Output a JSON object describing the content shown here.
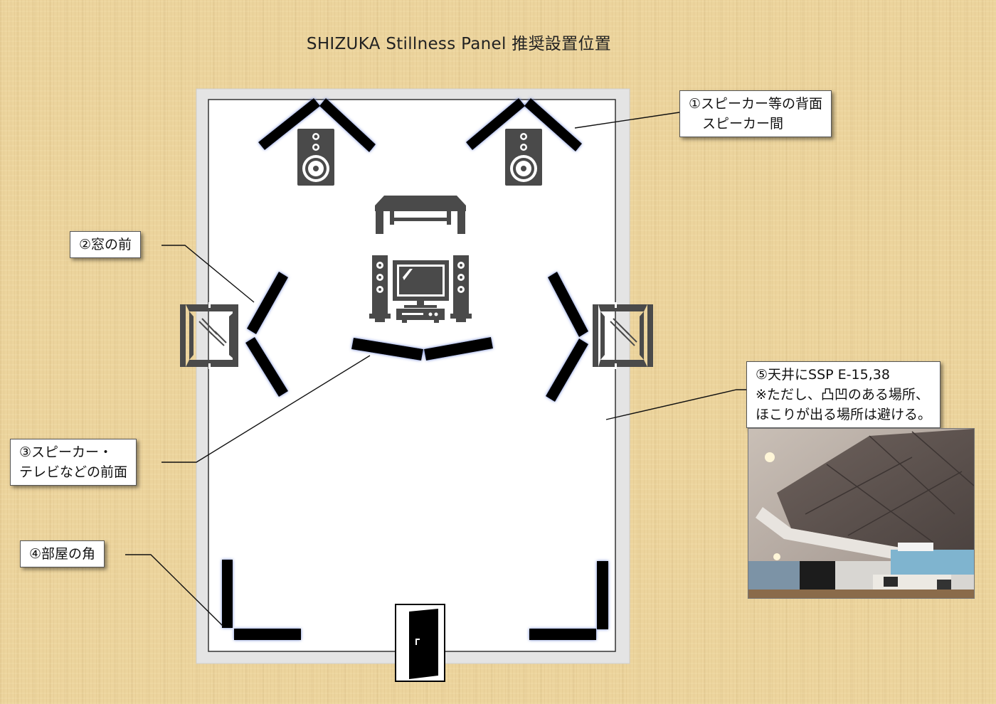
{
  "title": "SHIZUKA Stillness Panel  推奨設置位置",
  "callouts": {
    "c1": {
      "line1": "①スピーカー等の背面",
      "line2": "　スピーカー間"
    },
    "c2": {
      "line1": "②窓の前"
    },
    "c3": {
      "line1": "③スピーカー・",
      "line2": "テレビなどの前面"
    },
    "c4": {
      "line1": "④部屋の角"
    },
    "c5": {
      "line1": "⑤天井にSSP E-15,38",
      "line2": "※ただし、凸凹のある場所、",
      "line3": "ほこりが出る場所は避ける。"
    }
  },
  "colors": {
    "background": "#ecd49d",
    "panel": "#000000",
    "panel_glow": "#6f86d6",
    "icon": "#4a4a4a",
    "room_fill": "#ffffff",
    "room_border": "#dcdcdc"
  },
  "icons": [
    "speaker-left-icon",
    "speaker-right-icon",
    "table-icon",
    "tv-system-icon",
    "window-left-icon",
    "window-right-icon",
    "door-icon",
    "ceiling-photo"
  ]
}
